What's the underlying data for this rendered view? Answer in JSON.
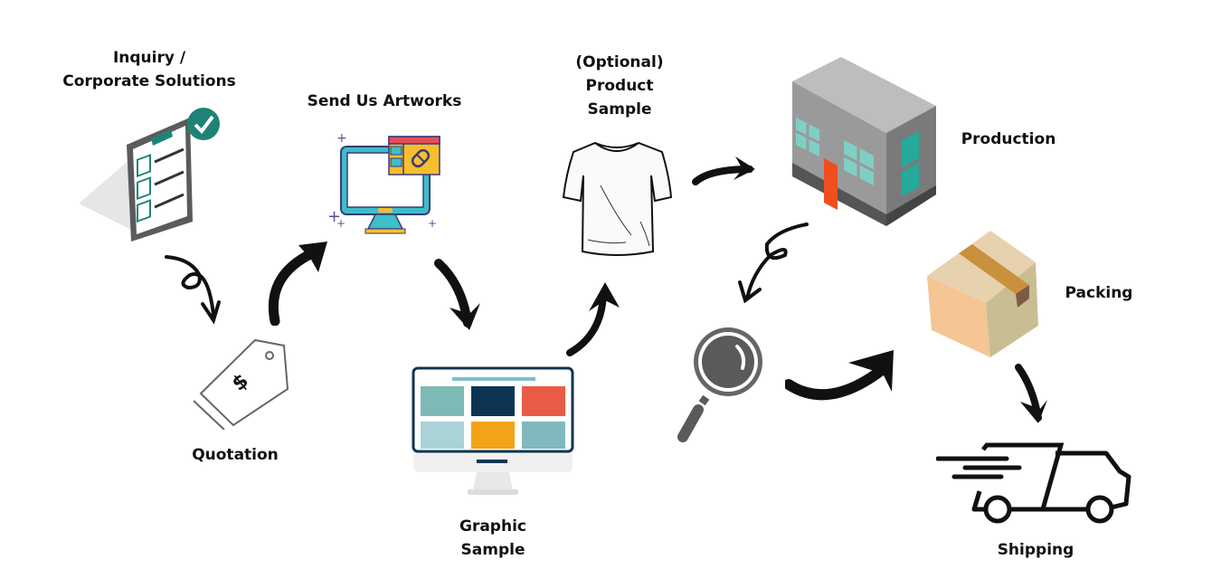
{
  "title": "Order process flow",
  "steps": [
    {
      "id": "inquiry",
      "label": "Inquiry /\nCorporate Solutions",
      "icon": "clipboard-checklist-icon"
    },
    {
      "id": "quotation",
      "label": "Quotation",
      "icon": "price-tag-icon"
    },
    {
      "id": "artworks",
      "label": "Send Us Artworks",
      "icon": "monitor-upload-icon"
    },
    {
      "id": "graphic",
      "label": "Graphic\nSample",
      "icon": "desktop-layout-icon"
    },
    {
      "id": "product",
      "label": "(Optional)\nProduct\nSample",
      "icon": "tshirt-icon"
    },
    {
      "id": "production",
      "label": "Production",
      "icon": "factory-building-icon"
    },
    {
      "id": "inspection",
      "label": "",
      "icon": "magnifier-icon"
    },
    {
      "id": "packing",
      "label": "Packing",
      "icon": "cardboard-box-icon"
    },
    {
      "id": "shipping",
      "label": "Shipping",
      "icon": "delivery-truck-icon"
    }
  ],
  "tag_symbol": "$",
  "colors": {
    "teal": "#1e8377",
    "monitor_blue": "#3dbec9",
    "window_red": "#e84d5b",
    "window_yellow": "#f7be2e",
    "navy": "#0d3553",
    "coral": "#e85c47",
    "orange": "#f3a31a",
    "building_gray": "#9a9a9a",
    "door_orange": "#f04e1e",
    "box_tan": "#f2c799"
  }
}
